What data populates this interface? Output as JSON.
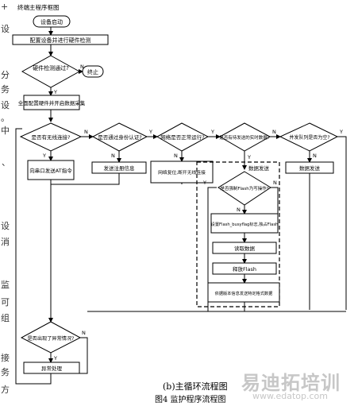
{
  "diagram": {
    "header": "终端主程序框图",
    "start": "设备启动",
    "configure_check": "配置设备并进行硬件检测",
    "hw_check_ok": "硬件检测通过?",
    "terminate": "终止",
    "full_config": "全面配置硬件并开启数据采集",
    "decision_wireless": "是否有无线连接?",
    "decision_auth": "是否通过身份认证?",
    "decision_network": "网络是否正常运行?",
    "decision_realtime": "是否有待发送的实时数据?",
    "decision_queue": "并发队列是否为空?",
    "action_serial_at": "向串口发送AT指令",
    "action_auth_info": "发送注册信息",
    "action_network_reset": "网络复位,断开无线连接",
    "data_send_label": "数据发送",
    "decision_flash_write": "是否强制Flash为写操作?",
    "action_set_flag": "设置Flash_busyflag标志,独占Flash",
    "action_read_data": "读取数据",
    "action_release_flash": "释放Flash",
    "action_send_format": "依据版本信息发送特定格式数据",
    "action_send_data": "数据发送",
    "decision_exception": "是否出现了异常情况?",
    "action_exception": "异常处理",
    "yes": "Y",
    "no": "N"
  },
  "captions": {
    "sub": "(b)主循环流程图",
    "main": "图4 监护程序流程图"
  },
  "margin_text": [
    "+",
    "设",
    "分",
    "务",
    "设",
    "。",
    "中",
    "、",
    "设",
    "消",
    "监",
    "可",
    "组",
    "接",
    "务",
    "方"
  ],
  "watermark": {
    "brand": "易迪拓培训",
    "url": "www.edatop.com",
    "color": "#c7c7c7"
  }
}
